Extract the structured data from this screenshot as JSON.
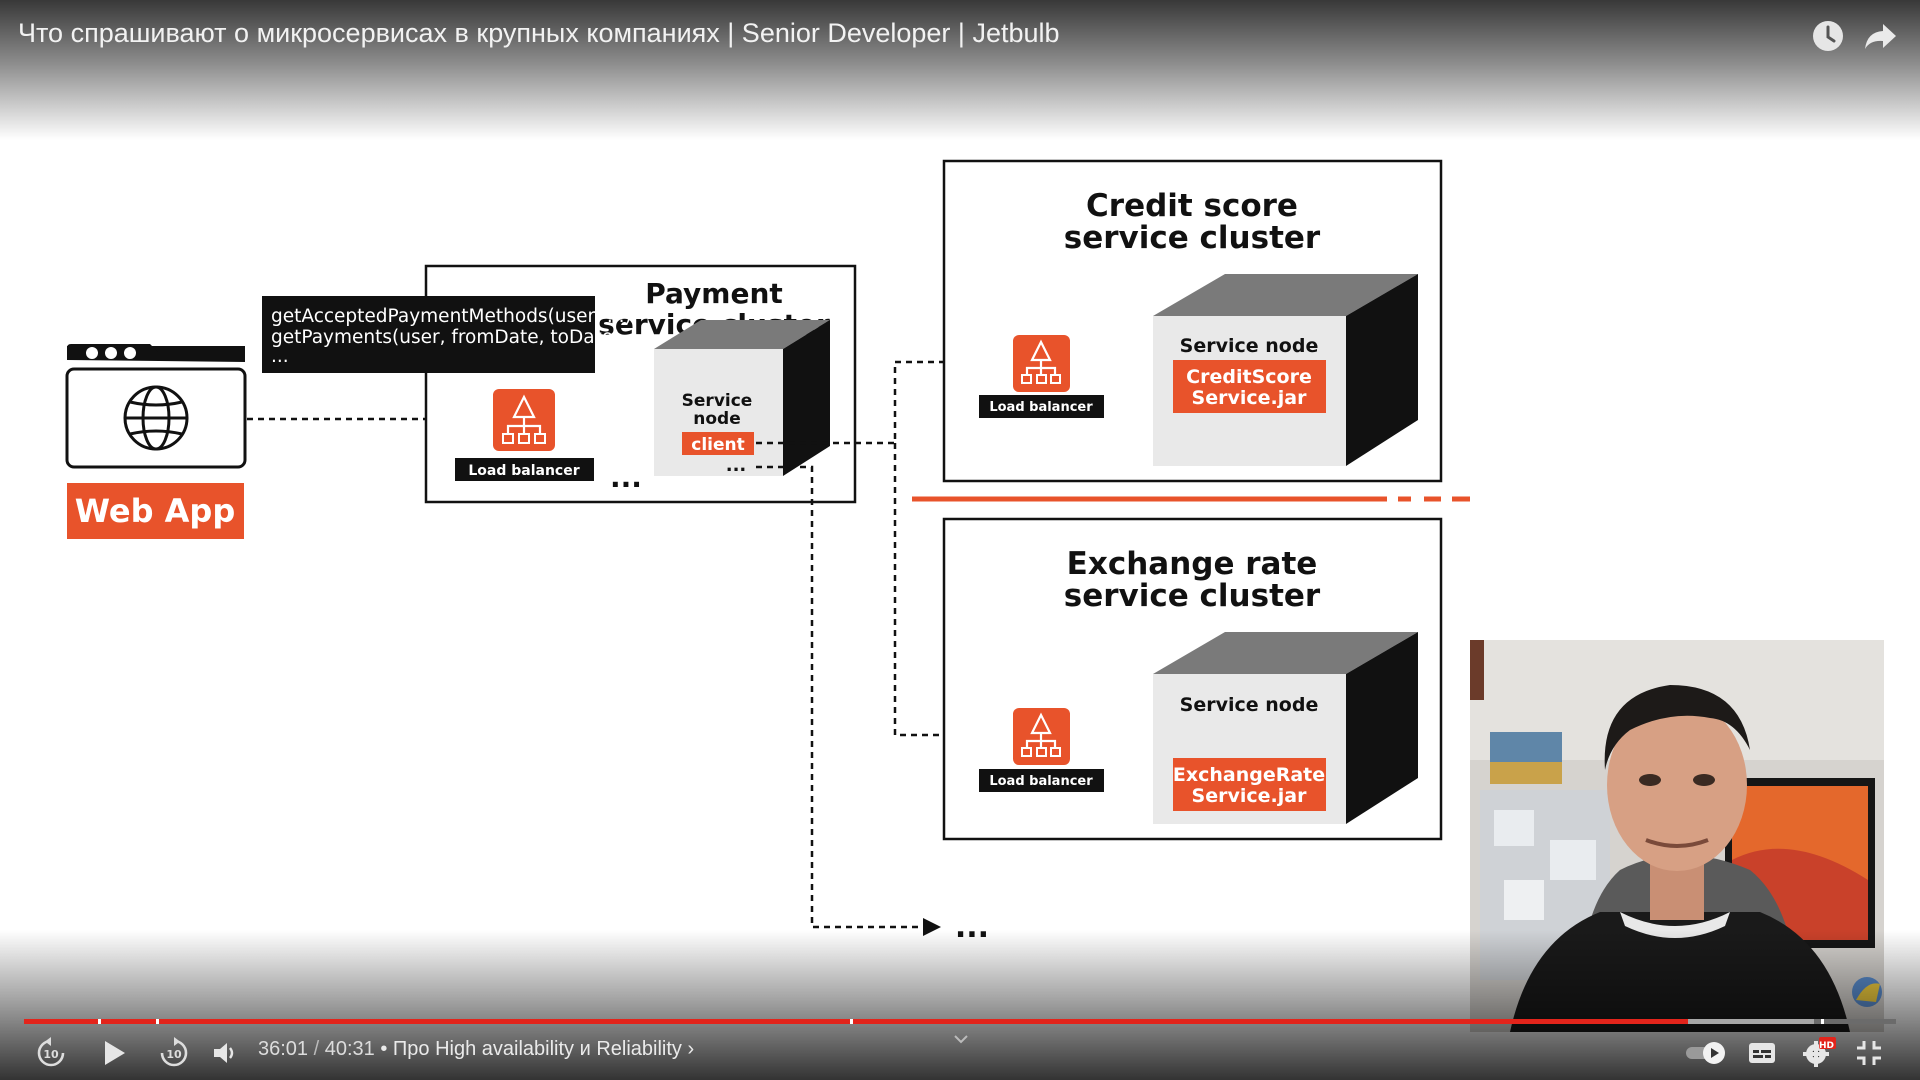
{
  "header": {
    "video_title": "Что спрашивают о микросервисах в крупных компаниях | Senior Developer | Jetbulb",
    "icons": [
      "watch-later-icon",
      "share-icon"
    ]
  },
  "diagram": {
    "web_app": {
      "label": "Web App"
    },
    "code_box": {
      "line1": "getAcceptedPaymentMethods(user, ...)",
      "line2": "getPayments(user, fromDate, toDate)",
      "line3": "..."
    },
    "payment_cluster": {
      "title_line1": "Payment",
      "title_line2": "service cluster",
      "load_balancer": "Load balancer",
      "node_line1": "Service",
      "node_line2": "node",
      "client_label": "client",
      "ellipsis": "..."
    },
    "credit_cluster": {
      "title_line1": "Credit score",
      "title_line2": "service cluster",
      "load_balancer": "Load balancer",
      "node_label": "Service node",
      "jar_line1": "CreditScore",
      "jar_line2": "Service.jar"
    },
    "exchange_cluster": {
      "title_line1": "Exchange rate",
      "title_line2": "service cluster",
      "load_balancer": "Load balancer",
      "node_label": "Service node",
      "jar_line1": "ExchangeRate",
      "jar_line2": "Service.jar"
    },
    "more_ellipsis": "...",
    "colors": {
      "accent": "#e8532b",
      "ink": "#111111",
      "node_face": "#e9e9e9",
      "node_top": "#7a7a7a"
    }
  },
  "player": {
    "current_time": "36:01",
    "separator": " / ",
    "duration": "40:31",
    "chapter": "• Про High availability и Reliability",
    "chapter_chevron": "›",
    "progress_fraction": 0.889,
    "buffered_fraction": 0.956,
    "hd_badge": "HD",
    "colors": {
      "played": "#e3241b",
      "buffered": "#a7a7a7",
      "remaining": "#6b6b6b"
    },
    "icons": [
      "replay-10-icon",
      "play-icon",
      "forward-10-icon",
      "volume-icon",
      "chevron-up-icon",
      "autoplay-toggle-icon",
      "subtitles-icon",
      "settings-icon",
      "fullscreen-exit-icon"
    ]
  }
}
